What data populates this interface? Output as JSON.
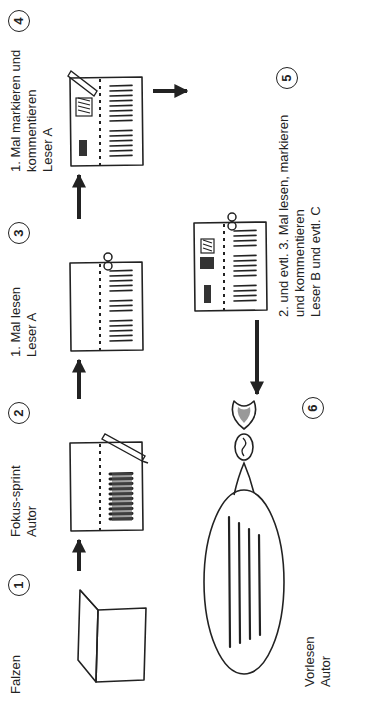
{
  "diagram": {
    "nodes": [
      {
        "text": [
          "1",
          "Falzen"
        ]
      },
      {
        "text": [
          "2",
          "Fokus-sprint",
          "Autor"
        ]
      },
      {
        "text": [
          "3",
          "1. Mal lesen",
          "Leser A"
        ]
      },
      {
        "text": [
          "4",
          "1. Mal markieren und kommentieren",
          "Leser A"
        ]
      },
      {
        "text": [
          "5",
          "2. und evtl. 3. Mal lesen, markieren und kommentieren",
          "Leser B und evtl. C"
        ]
      },
      {
        "text": [
          "6",
          "Vorlesen",
          "Autor"
        ]
      }
    ],
    "edges": [
      {
        "from": 0,
        "to": 1,
        "arrow": "to"
      },
      {
        "from": 1,
        "to": 2,
        "arrow": "to"
      },
      {
        "from": 2,
        "to": 3,
        "arrow": "to"
      },
      {
        "from": 3,
        "to": 4,
        "arrow": "to"
      },
      {
        "from": 4,
        "to": 5,
        "arrow": "to"
      }
    ]
  }
}
